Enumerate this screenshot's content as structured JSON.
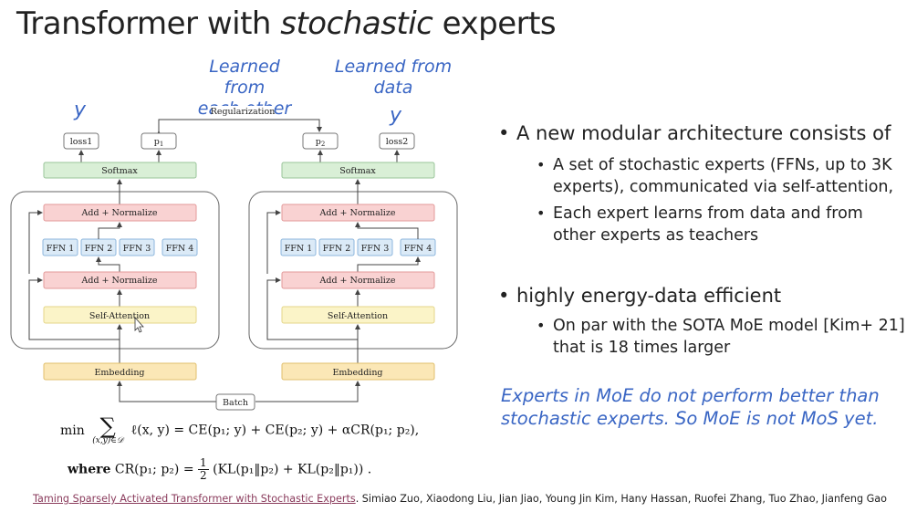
{
  "slide": {
    "title_prefix": "Transformer with ",
    "title_italic": "stochastic",
    "title_suffix": " experts"
  },
  "annotations": {
    "left_learned_1": "Learned from",
    "left_learned_2": "each other",
    "right_learned_1": "Learned from",
    "right_learned_2": "data",
    "y_left": "y",
    "y_right": "y",
    "note_1": "Experts in MoE do not perform better than",
    "note_2": "stochastic experts. So MoE is not MoS yet."
  },
  "diagram": {
    "regularization": "Regularization",
    "loss1": "loss1",
    "loss2": "loss2",
    "p1": "p",
    "p1_sub": "1",
    "p2": "p",
    "p2_sub": "2",
    "softmax": "Softmax",
    "add_norm": "Add + Normalize",
    "ffn": [
      "FFN 1",
      "FFN 2",
      "FFN 3",
      "FFN 4"
    ],
    "self_attention": "Self-Attention",
    "embedding": "Embedding",
    "batch": "Batch"
  },
  "bullets": {
    "b1": "A new modular architecture consists of",
    "b1a_1": "A set of stochastic experts (FFNs, up to 3K",
    "b1a_2": "experts), communicated via self-attention,",
    "b1b_1": "Each expert learns from data and from",
    "b1b_2": "other experts as teachers",
    "b2": "highly energy-data efficient",
    "b2a_1": "On par with the SOTA MoE model [Kim+ 21]",
    "b2a_2": "that is 18 times larger"
  },
  "formula": {
    "min": "min",
    "sum": "∑",
    "sum_sub": "(x,y)∈𝒟",
    "line1": "ℓ(x, y) = CE(p₁; y) + CE(p₂; y) + αCR(p₁; p₂),",
    "where": "where",
    "line2_a": "CR(p₁; p₂) =",
    "frac_num": "1",
    "frac_den": "2",
    "line2_b": "(KL(p₁‖p₂) + KL(p₂‖p₁)) ."
  },
  "reference": {
    "link": "Taming Sparsely Activated Transformer with Stochastic Experts",
    "authors": ". Simiao Zuo, Xiaodong Liu, Jian Jiao, Young Jin Kim, Hany Hassan, Ruofei Zhang, Tuo Zhao, Jianfeng Gao"
  },
  "colors": {
    "handwriting": "#3a66c4",
    "softmax_fill": "#d9efd6",
    "add_norm_fill": "#f9d2d2",
    "ffn_fill": "#dbeaf7",
    "attention_fill": "#fbf4c8",
    "embedding_fill": "#fbe7b6",
    "ref_link": "#8a3b5c"
  }
}
